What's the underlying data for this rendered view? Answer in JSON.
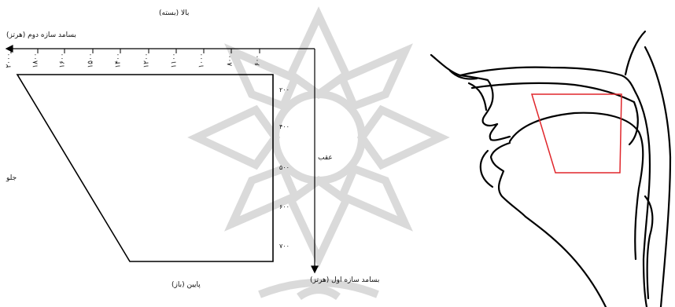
{
  "diagram": {
    "top_label": "بالا (بسته)",
    "bottom_label": "پایین (باز)",
    "left_label": "جلو",
    "right_label": "عقب",
    "x_axis_label": "بسامد سازه دوم (هرتز)",
    "y_axis_label": "بسامد سازه اول (هرتز)",
    "x_ticks": [
      "۲۰۰۰",
      "۱۸۰۰",
      "۱۶۰۰",
      "۱۵۰۰",
      "۱۴۰۰",
      "۱۲۰۰",
      "۱۱۰۰",
      "۱۰۰۰",
      "۸۰۰",
      "۶۰۰"
    ],
    "y_ticks": [
      "۲۰۰",
      "۴۰۰",
      "۵۰۰",
      "۶۰۰",
      "۷۰۰"
    ],
    "highlight_color": "#e0262b",
    "line_color": "#000000",
    "watermark_color": "#cfcfcf"
  }
}
